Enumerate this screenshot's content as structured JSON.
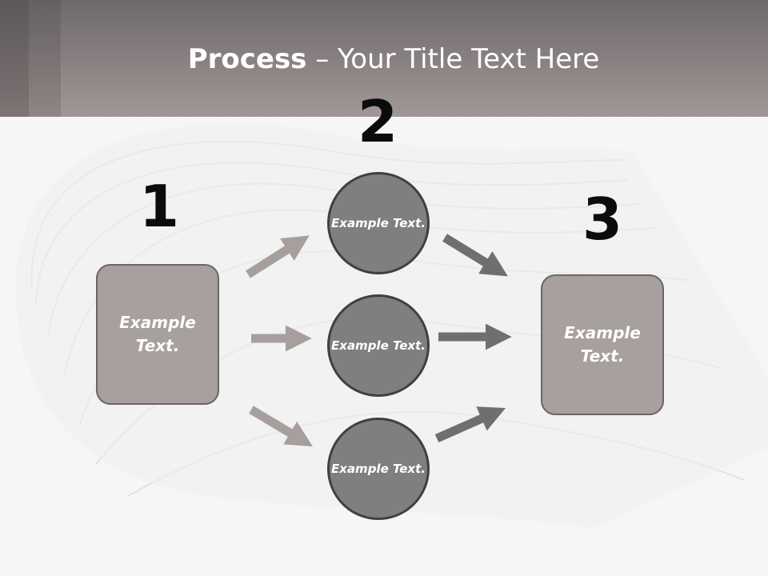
{
  "slide": {
    "title_bold": "Process",
    "title_rest": " – Your Title Text Here"
  },
  "steps": {
    "one": "1",
    "two": "2",
    "three": "3"
  },
  "nodes": {
    "left_box": "Example Text.",
    "circle_top": "Example Text.",
    "circle_middle": "Example Text.",
    "circle_bottom": "Example Text.",
    "right_box": "Example Text."
  },
  "colors": {
    "header": "#a19797",
    "box_fill": "#a89f9f",
    "circle_fill": "#7f7f7f",
    "arrow_light": "#a79e9e",
    "arrow_dark": "#6f6f6f"
  }
}
